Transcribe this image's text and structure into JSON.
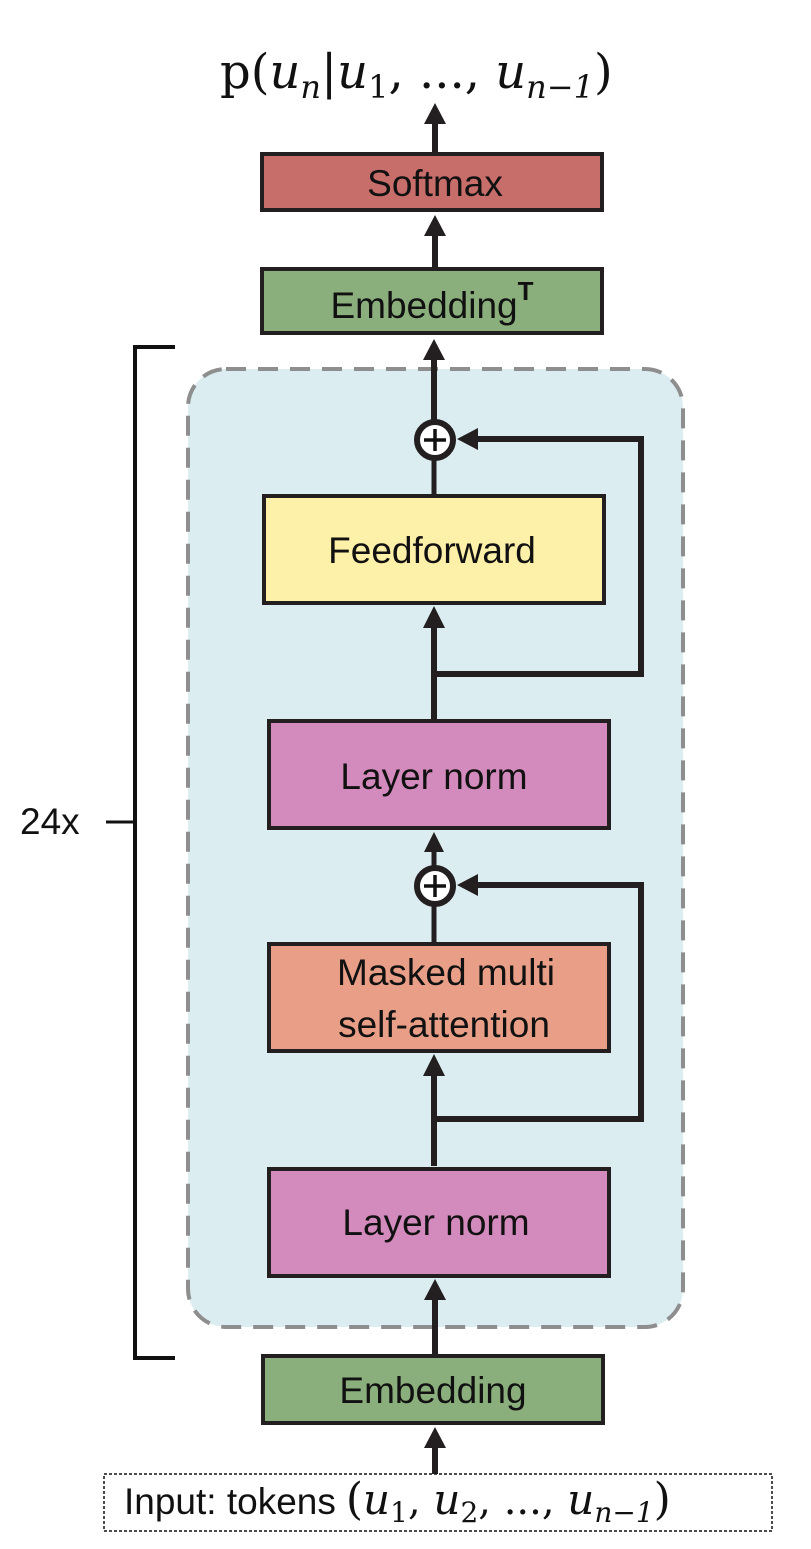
{
  "output": {
    "prefix": "p(",
    "var": "u",
    "sub_n": "n",
    "bar": "|",
    "var1": "u",
    "sub_1": "1",
    "sep": ", ..., ",
    "var2": "u",
    "sub_n1": "n−1",
    "close": ")"
  },
  "blocks": {
    "softmax": {
      "label": "Softmax",
      "color": "#c76d6a"
    },
    "embedding_t": {
      "label": "Embedding",
      "superscript": "T",
      "color": "#8aaf7c"
    },
    "feedforward": {
      "label": "Feedforward",
      "color": "#fdf0a8"
    },
    "layer_norm_top": {
      "label": "Layer norm",
      "color": "#d38abc"
    },
    "attention": {
      "line1": "Masked multi",
      "line2": "self-attention",
      "color": "#e99f87"
    },
    "layer_norm_bottom": {
      "label": "Layer norm",
      "color": "#d38abc"
    },
    "embedding": {
      "label": "Embedding",
      "color": "#8aaf7c"
    }
  },
  "repeat": {
    "label": "24x"
  },
  "container": {
    "fill": "#dcedf1",
    "stroke": "#8e8e8e"
  },
  "input": {
    "label": "Input:  tokens",
    "open": "(",
    "u1": "u",
    "s1": "1",
    "sep1": ", ",
    "u2": "u",
    "s2": "2",
    "sep2": ", ..., ",
    "u3": "u",
    "s3": "n−1",
    "close": ")"
  },
  "plus_symbol": "+"
}
